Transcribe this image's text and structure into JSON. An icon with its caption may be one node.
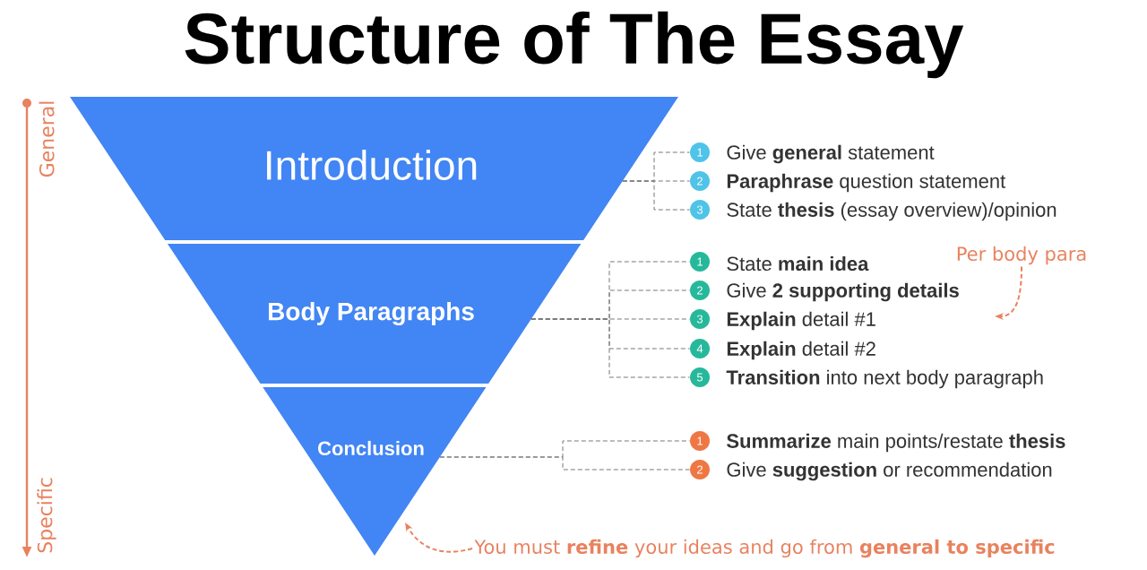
{
  "diagram": {
    "title": "Structure of The Essay",
    "nodes": [
      {
        "text": [
          "Introduction"
        ]
      },
      {
        "text": [
          "Body Paragraphs"
        ]
      },
      {
        "text": [
          "Conclusion"
        ]
      },
      {
        "text": [
          "1"
        ],
        "beside": [
          "Give **general** statement"
        ]
      },
      {
        "text": [
          "2"
        ],
        "beside": [
          "**Paraphrase** question statement"
        ]
      },
      {
        "text": [
          "3"
        ],
        "beside": [
          "State **thesis** (essay overview)/opinion"
        ]
      },
      {
        "text": [
          "1"
        ],
        "beside": [
          "State **main idea**"
        ]
      },
      {
        "text": [
          "2"
        ],
        "beside": [
          "Give **2 supporting details**"
        ]
      },
      {
        "text": [
          "3"
        ],
        "beside": [
          "**Explain** detail #1"
        ]
      },
      {
        "text": [
          "4"
        ],
        "beside": [
          "**Explain** detail #2"
        ]
      },
      {
        "text": [
          "5"
        ],
        "beside": [
          "**Transition** into next body paragraph"
        ]
      },
      {
        "text": [
          "1"
        ],
        "beside": [
          "**Summarize** main points/restate **thesis**"
        ]
      },
      {
        "text": [
          "2"
        ],
        "beside": [
          "Give **suggestion** or recommendation"
        ]
      },
      {
        "text": [
          "Per body para"
        ]
      },
      {
        "text": [
          "You must **refine** your ideas and go from **general to specific**"
        ]
      }
    ],
    "edges": [
      {
        "from": 0,
        "to": 3,
        "arrow": "none",
        "style": "dashed"
      },
      {
        "from": 0,
        "to": 4,
        "arrow": "none",
        "style": "dashed"
      },
      {
        "from": 0,
        "to": 5,
        "arrow": "none",
        "style": "dashed"
      },
      {
        "from": 1,
        "to": 6,
        "arrow": "none",
        "style": "dashed"
      },
      {
        "from": 1,
        "to": 7,
        "arrow": "none",
        "style": "dashed"
      },
      {
        "from": 1,
        "to": 8,
        "arrow": "none",
        "style": "dashed"
      },
      {
        "from": 1,
        "to": 9,
        "arrow": "none",
        "style": "dashed"
      },
      {
        "from": 1,
        "to": 10,
        "arrow": "none",
        "style": "dashed"
      },
      {
        "from": 2,
        "to": 11,
        "arrow": "none",
        "style": "dashed"
      },
      {
        "from": 2,
        "to": 12,
        "arrow": "none",
        "style": "dashed"
      },
      {
        "from": 13,
        "to": null,
        "arrow": "to",
        "style": "dashed",
        "color": "#e8825f"
      },
      {
        "from": 14,
        "to": 2,
        "arrow": "to",
        "style": "dashed",
        "color": "#e8825f"
      }
    ],
    "labels": [
      "General",
      "Specific"
    ]
  }
}
